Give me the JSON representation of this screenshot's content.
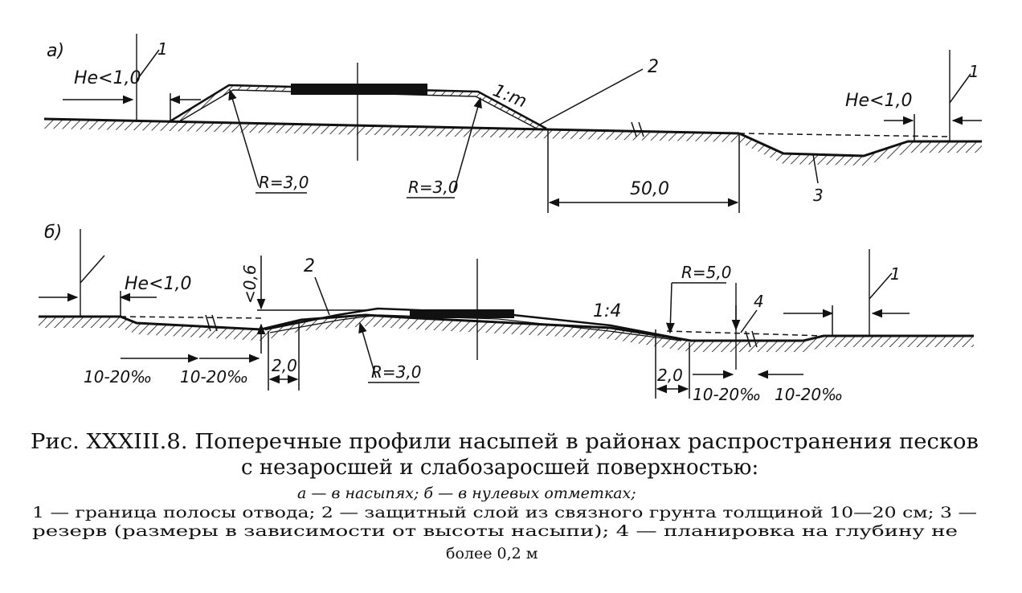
{
  "diagram_a": {
    "label": "а)",
    "he_left": "Hе<1,0",
    "he_right": "Hе<1,0",
    "callout_1_left": "1",
    "callout_1_right": "1",
    "callout_2": "2",
    "callout_3": "3",
    "slope": "1:m",
    "radius_left": "R=3,0",
    "radius_right": "R=3,0",
    "distance": "50,0"
  },
  "diagram_b": {
    "label": "б)",
    "he_left": "Hе<1,0",
    "depth": "<0,6",
    "callout_2": "2",
    "callout_1": "1",
    "callout_4": "4",
    "slope": "1:4",
    "radius_left": "R=3,0",
    "radius_right": "R=5,0",
    "dim_left": "2,0",
    "dim_right": "2,0",
    "grade_1": "10-20‰",
    "grade_2": "10-20‰",
    "grade_3": "10-20‰",
    "grade_4": "10-20‰"
  },
  "caption": {
    "title_line1": "Рис. XXXIII.8. Поперечные профили насыпей в районах распространения песков",
    "title_line2": "с незаросшей и слабозаросшей поверхностью:",
    "legend_ab": "а — в насыпях; б — в нулевых отметках;",
    "legend_line1": "1 — граница полосы отвода; 2 — защитный слой из связного грунта толщиной 10—20 см; 3 —",
    "legend_line2": "резерв (размеры в зависимости от высоты насыпи); 4 — планировка на глубину не",
    "legend_line3": "более 0,2 м"
  }
}
